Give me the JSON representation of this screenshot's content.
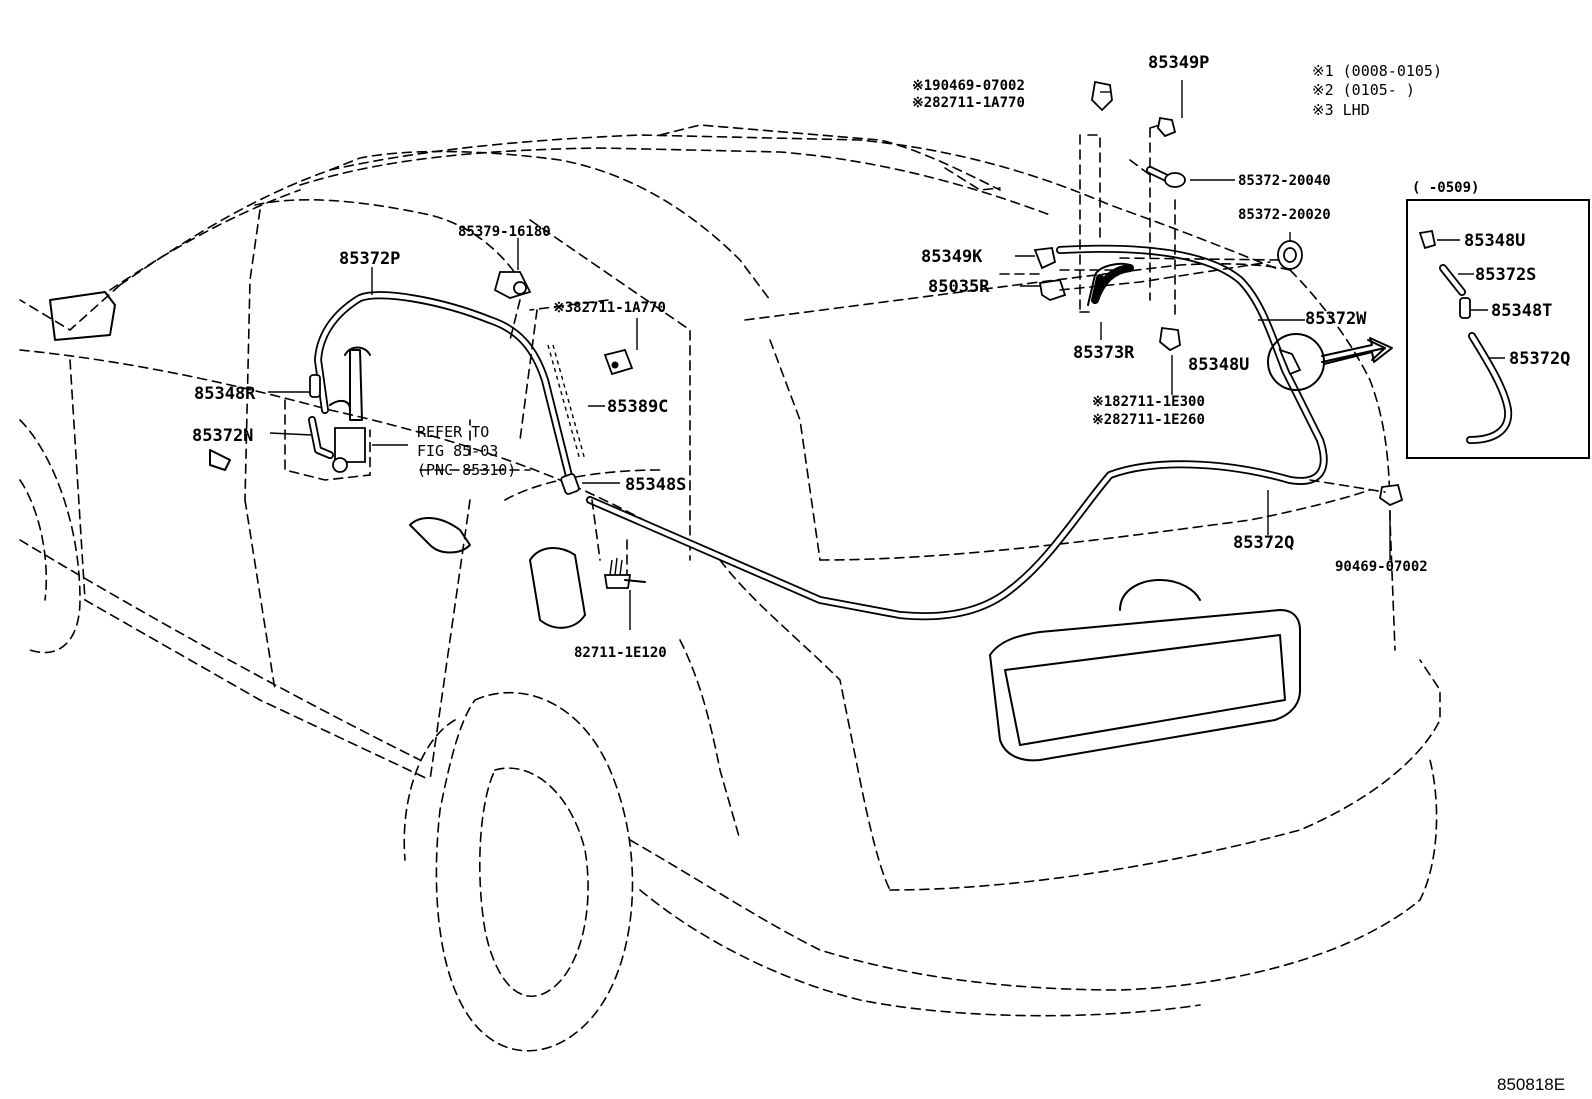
{
  "notes": {
    "n1": "※1 (0008-0105)",
    "n2": "※2 (0105-      )",
    "n3": "※3 LHD"
  },
  "inset": {
    "title": "(      -0509)",
    "labels": [
      "85348U",
      "85372S",
      "85348T",
      "85372Q"
    ]
  },
  "labels": {
    "l_90469_1": "※190469-07002",
    "l_82711_2": "※282711-1A770",
    "l_85349P": "85349P",
    "l_85372_20040": "85372-20040",
    "l_85372_20020": "85372-20020",
    "l_85349K": "85349K",
    "l_85035R": "85035R",
    "l_85372W": "85372W",
    "l_85373R": "85373R",
    "l_85348U": "85348U",
    "l_82711_1E300": "※182711-1E300",
    "l_82711_1E260": "※282711-1E260",
    "l_85372Q": "85372Q",
    "l_90469_07002": "90469-07002",
    "l_85379": "85379-16180",
    "l_82711_3": "※382711-1A770",
    "l_85389C": "85389C",
    "l_85348S": "85348S",
    "l_82711_1E120": "82711-1E120",
    "l_85372P": "85372P",
    "l_85348R": "85348R",
    "l_85372N": "85372N",
    "refer1": "REFER TO",
    "refer2": "FIG 85-03",
    "refer3": "(PNC 85310)"
  },
  "diagram_id": "850818E"
}
